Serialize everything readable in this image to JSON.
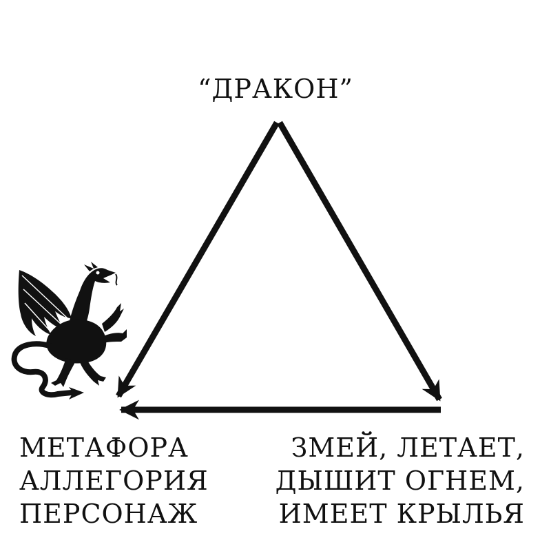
{
  "diagram": {
    "top_node": {
      "label": "“ДРАКОН”"
    },
    "left_node": {
      "lines": [
        "МЕТАФОРА",
        "АЛЛЕГОРИЯ",
        "ПЕРСОНАЖ"
      ]
    },
    "right_node": {
      "lines": [
        "ЗМЕЙ, ЛЕТАЕТ,",
        "ДЫШИТ ОГНЕМ,",
        "ИМЕЕТ КРЫЛЬЯ"
      ]
    },
    "arrows": [
      {
        "from": "top_node",
        "to": "left_node"
      },
      {
        "from": "top_node",
        "to": "right_node"
      },
      {
        "from": "right_node",
        "to": "left_node"
      }
    ],
    "illustration": {
      "icon": "dragon-icon"
    },
    "colors": {
      "ink": "#111111",
      "background": "#ffffff"
    }
  }
}
